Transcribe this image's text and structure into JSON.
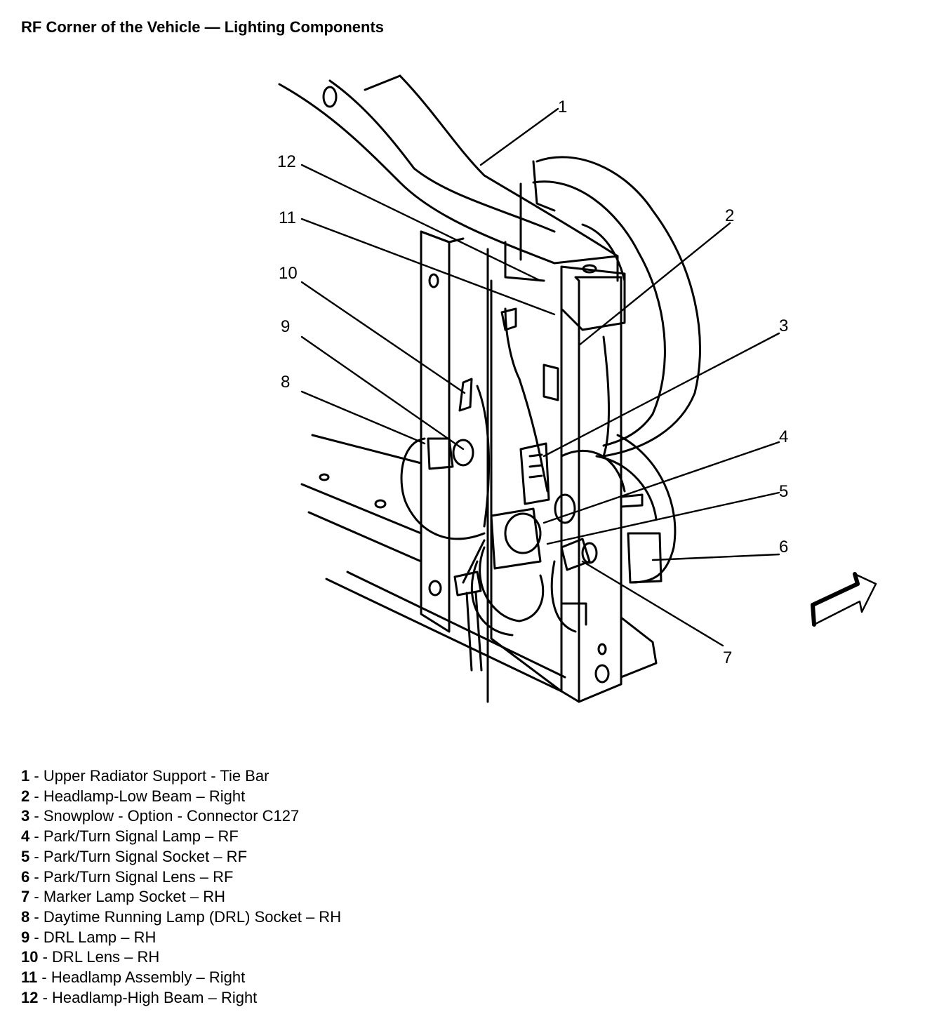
{
  "title": "RF Corner of the Vehicle — Lighting Components",
  "callouts": [
    "1",
    "2",
    "3",
    "4",
    "5",
    "6",
    "7",
    "8",
    "9",
    "10",
    "11",
    "12"
  ],
  "legend": [
    {
      "num": "1",
      "sep": " - ",
      "text": "Upper Radiator Support - Tie Bar"
    },
    {
      "num": "2",
      "sep": " - ",
      "text": "Headlamp-Low Beam – Right"
    },
    {
      "num": "3",
      "sep": " - ",
      "text": "Snowplow - Option - Connector C127"
    },
    {
      "num": "4",
      "sep": " - ",
      "text": "Park/Turn Signal Lamp – RF"
    },
    {
      "num": "5",
      "sep": " - ",
      "text": "Park/Turn Signal Socket – RF"
    },
    {
      "num": "6",
      "sep": " - ",
      "text": "Park/Turn Signal Lens – RF"
    },
    {
      "num": "7",
      "sep": " - ",
      "text": "Marker Lamp Socket – RH"
    },
    {
      "num": "8",
      "sep": " - ",
      "text": "Daytime Running Lamp (DRL) Socket – RH"
    },
    {
      "num": "9",
      "sep": " - ",
      "text": "DRL Lamp – RH"
    },
    {
      "num": "10",
      "sep": " - ",
      "text": "DRL Lens – RH"
    },
    {
      "num": "11",
      "sep": " - ",
      "text": "Headlamp Assembly – Right"
    },
    {
      "num": "12",
      "sep": " - ",
      "text": "Headlamp-High Beam – Right"
    }
  ],
  "icons": {
    "direction_arrow": "front-direction-arrow-icon"
  }
}
